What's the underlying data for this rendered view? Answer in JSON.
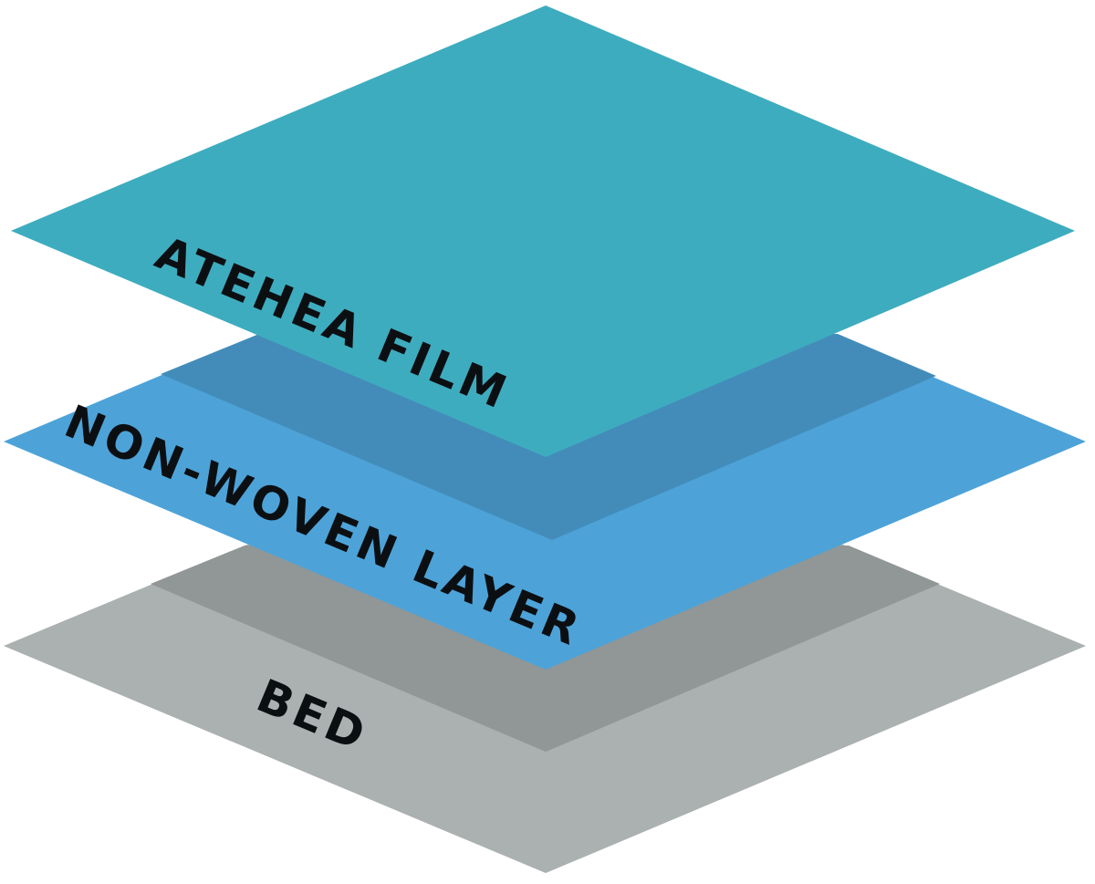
{
  "layers": [
    {
      "label": "BED",
      "colors": {
        "face": "#abb0b0",
        "shadow": "#919696"
      }
    },
    {
      "label": "NON-WOVEN LAYER",
      "colors": {
        "face": "#4da3d8",
        "shadow": "#438cba"
      }
    },
    {
      "label": "ATEHEA FILM",
      "colors": {
        "face": "#3eacbf"
      }
    }
  ],
  "colors": {
    "background": "#ffffff",
    "text": "#0c0f12"
  }
}
